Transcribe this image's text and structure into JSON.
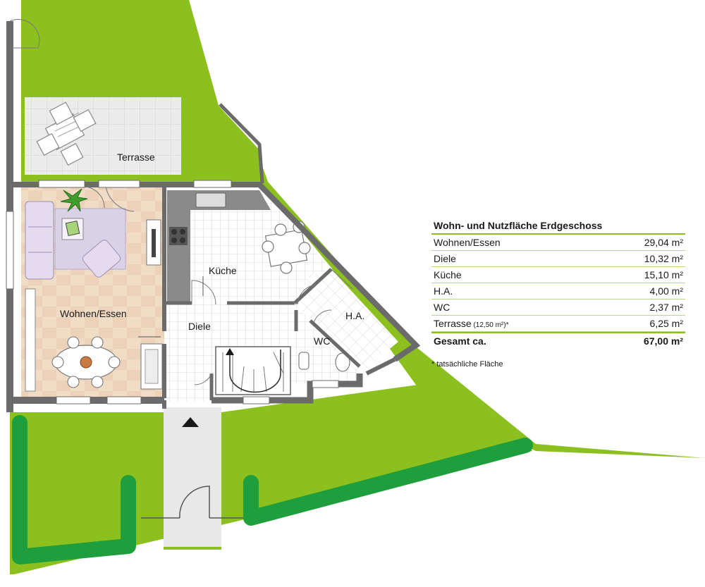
{
  "rooms": {
    "terrasse": "Terrasse",
    "wohnen": "Wohnen/Essen",
    "kueche": "Küche",
    "diele": "Diele",
    "ha": "H.A.",
    "wc": "WC"
  },
  "table": {
    "title": "Wohn- und Nutzfläche Erdgeschoss",
    "rows": [
      {
        "label": "Wohnen/Essen",
        "sub": "",
        "value": "29,04 m²"
      },
      {
        "label": "Diele",
        "sub": "",
        "value": "10,32 m²"
      },
      {
        "label": "Küche",
        "sub": "",
        "value": "15,10 m²"
      },
      {
        "label": "H.A.",
        "sub": "",
        "value": "4,00 m²"
      },
      {
        "label": "WC",
        "sub": "",
        "value": "2,37 m²"
      },
      {
        "label": "Terrasse",
        "sub": " (12,50 m²)*",
        "value": "6,25 m²"
      }
    ],
    "total": {
      "label": "Gesamt ca.",
      "value": "67,00 m²"
    },
    "footnote": "* tatsächliche Fläche"
  },
  "colors": {
    "lawn": "#8cc01e",
    "hedge": "#1e9e3c",
    "wall": "#6b6b6b",
    "floor_tile": "#ffffff",
    "floor_wood": "#f1dcc6",
    "terrace": "#ececec",
    "path": "#e8e8e8",
    "rug": "#d9d1e6"
  }
}
